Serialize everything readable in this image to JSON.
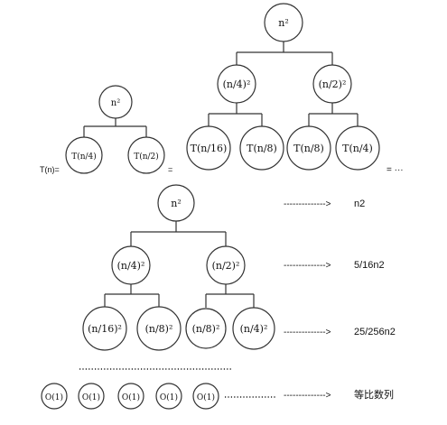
{
  "top_equation": {
    "lhs_label": "T(n)=",
    "equals": "=",
    "trailing": "= ···",
    "small_tree": {
      "root": "n²",
      "left": "T(n/4)",
      "right": "T(n/2)"
    },
    "big_tree": {
      "root": "n²",
      "left": "(n/4)²",
      "right": "(n/2)²",
      "ll": "T(n/16)",
      "lr": "T(n/8)",
      "rl": "T(n/8)",
      "rr": "T(n/4)"
    }
  },
  "recursion_tree": {
    "root": "n²",
    "level1": [
      "(n/4)²",
      "(n/2)²"
    ],
    "level2": [
      "(n/16)²",
      "(n/8)²",
      "(n/8)²",
      "(n/4)²"
    ],
    "leaves": [
      "O(1)",
      "O(1)",
      "O(1)",
      "O(1)",
      "O(1)"
    ]
  },
  "level_sums": [
    {
      "arrow": "-------------->",
      "text": "n2"
    },
    {
      "arrow": "-------------->",
      "text": "5/16n2"
    },
    {
      "arrow": "-------------->",
      "text": "25/256n2"
    },
    {
      "arrow": "-------------->",
      "text": "等比数列"
    }
  ]
}
